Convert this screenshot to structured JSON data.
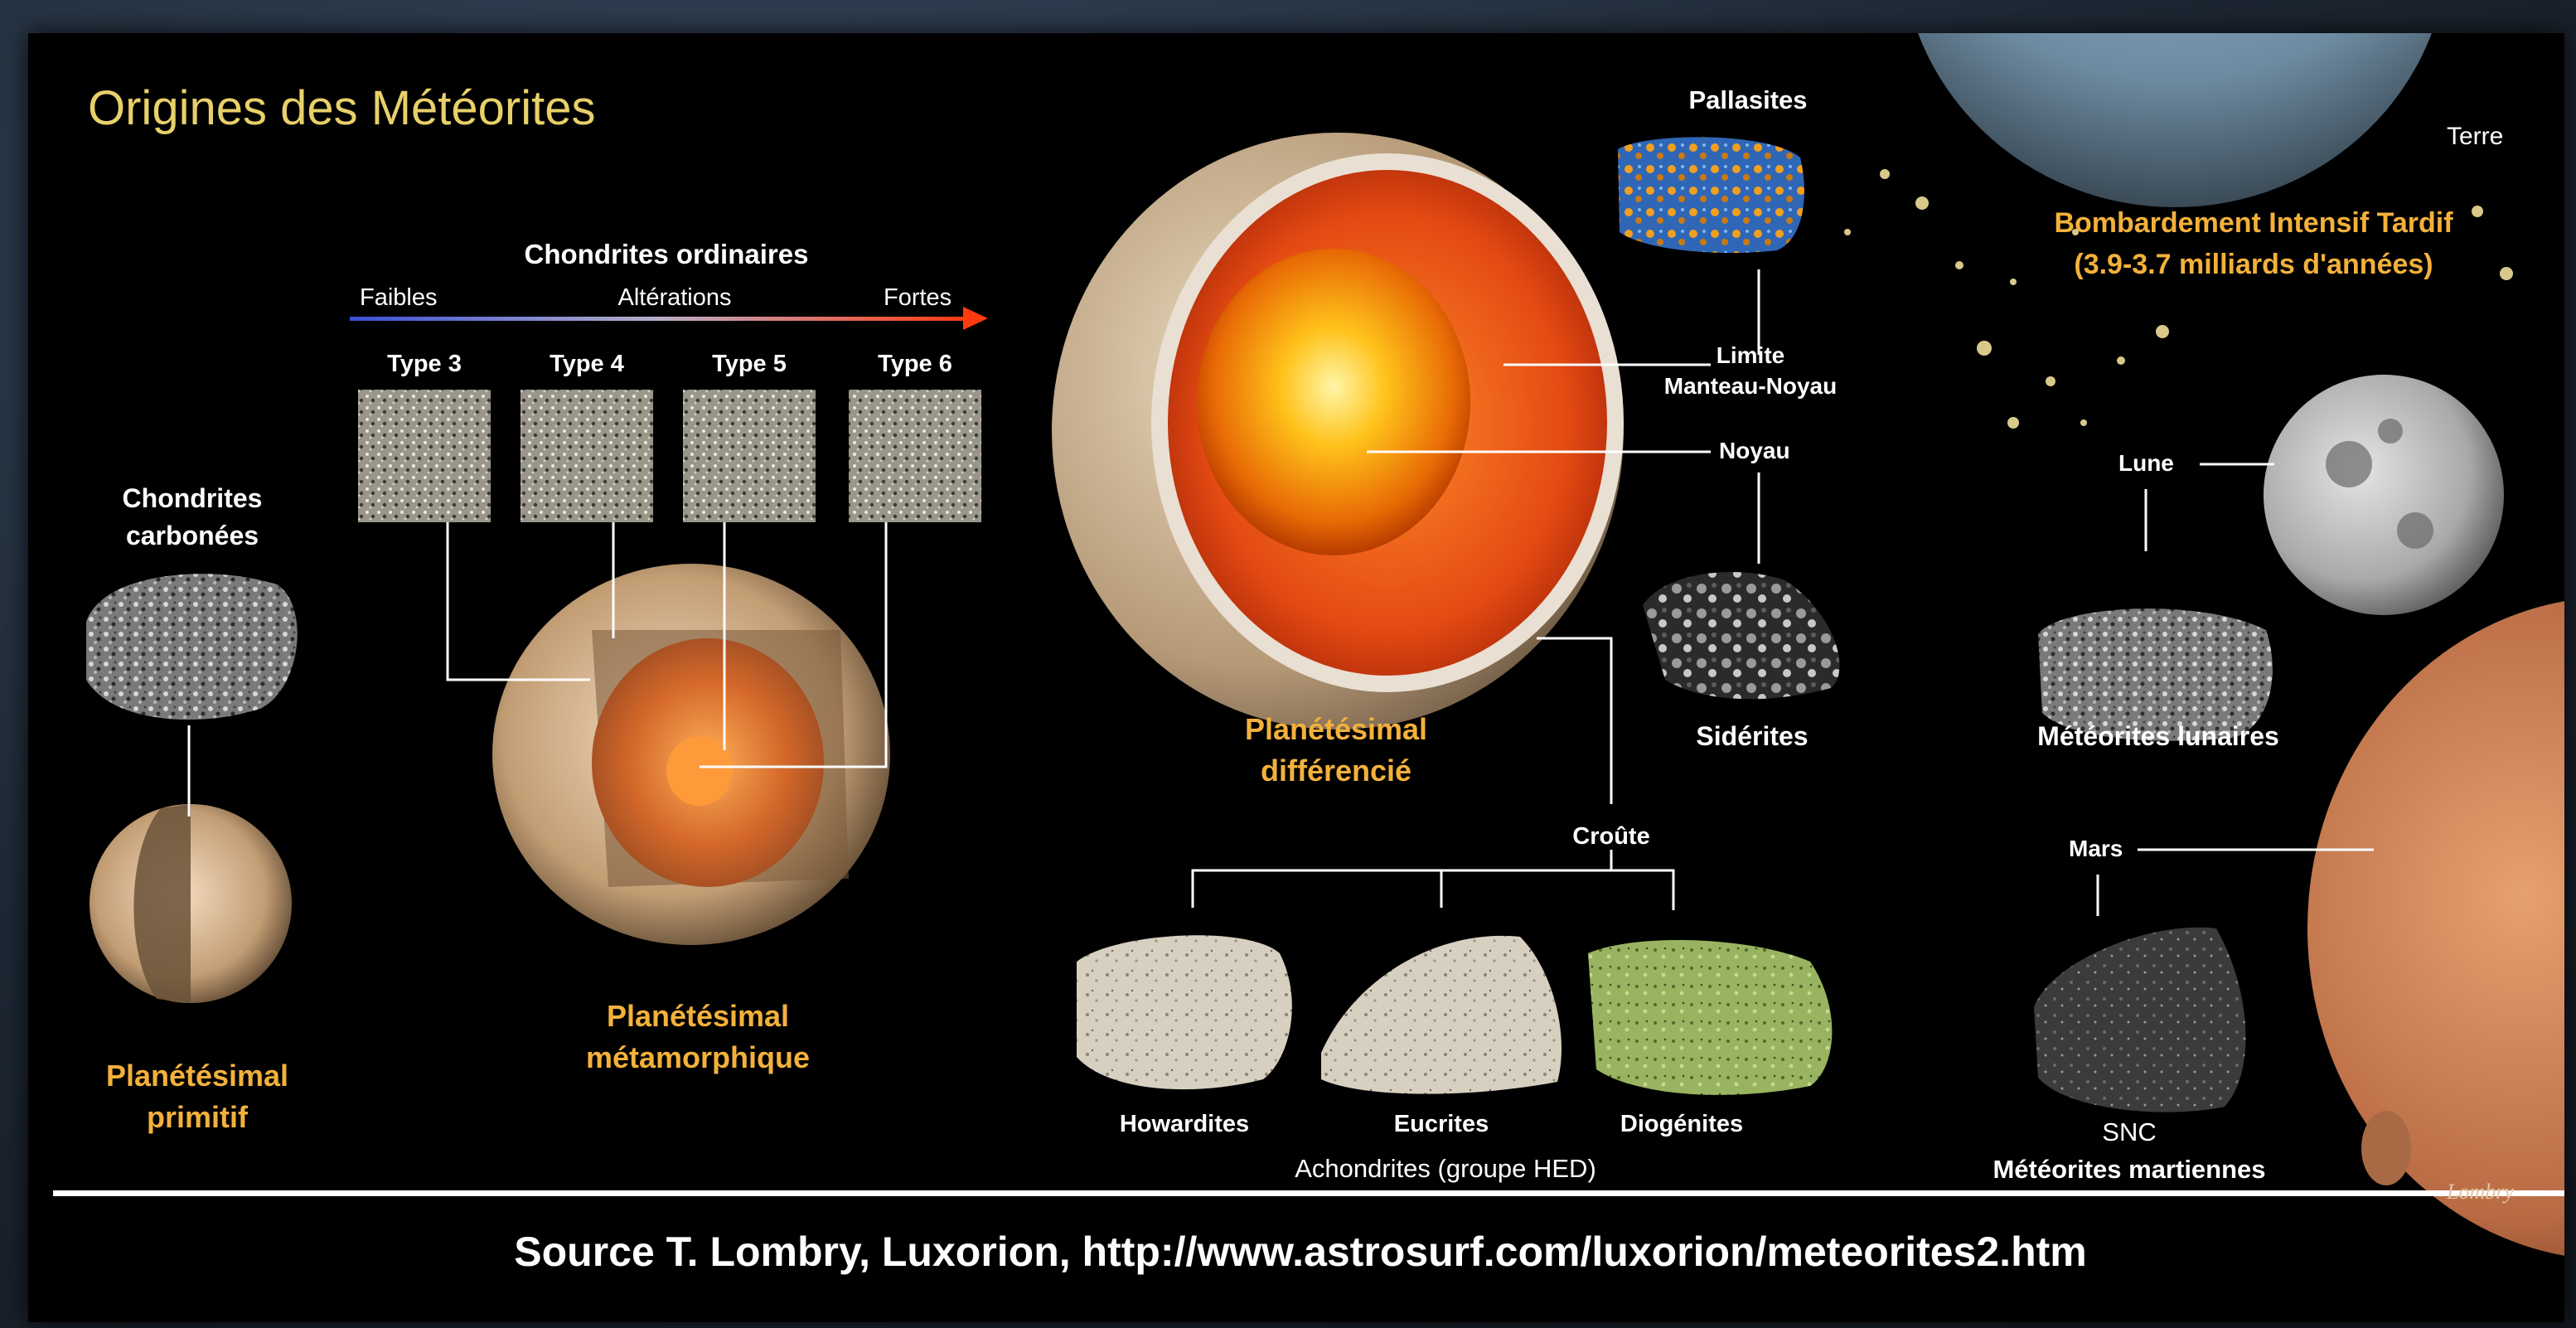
{
  "title": "Origines des Météorites",
  "chondrites_ordinaires": {
    "heading": "Chondrites ordinaires",
    "scale_left": "Faibles",
    "scale_middle": "Altérations",
    "scale_right": "Fortes",
    "types": [
      "Type 3",
      "Type 4",
      "Type 5",
      "Type 6"
    ]
  },
  "chondrites_carbonees": [
    "Chondrites",
    "carbonées"
  ],
  "planetesimal_primitif": [
    "Planétésimal",
    "primitif"
  ],
  "planetesimal_metamorphique": [
    "Planétésimal",
    "métamorphique"
  ],
  "planetesimal_differencie": [
    "Planétésimal",
    "différencié"
  ],
  "pallasites": "Pallasites",
  "limite": [
    "Limite",
    "Manteau-Noyau"
  ],
  "noyau": "Noyau",
  "siderites": "Sidérites",
  "croute": "Croûte",
  "howardites": "Howardites",
  "eucrites": "Eucrites",
  "diogenites": "Diogénites",
  "achondrites": "Achondrites (groupe HED)",
  "terre": "Terre",
  "bombardement": [
    "Bombardement Intensif Tardif",
    "(3.9-3.7 milliards d'années)"
  ],
  "lune": "Lune",
  "meteorites_lunaires": "Météorites lunaires",
  "mars": "Mars",
  "snc": [
    "SNC",
    "Météorites martiennes"
  ],
  "signature": "Lombry",
  "source": "Source T. Lombry, Luxorion, http://www.astrosurf.com/luxorion/meteorites2.htm",
  "colors": {
    "highlight_orange": "#f3b13b",
    "title_yellow": "#e8d06a",
    "scale_start": "#3b4fd6",
    "scale_end": "#ff3a10"
  }
}
